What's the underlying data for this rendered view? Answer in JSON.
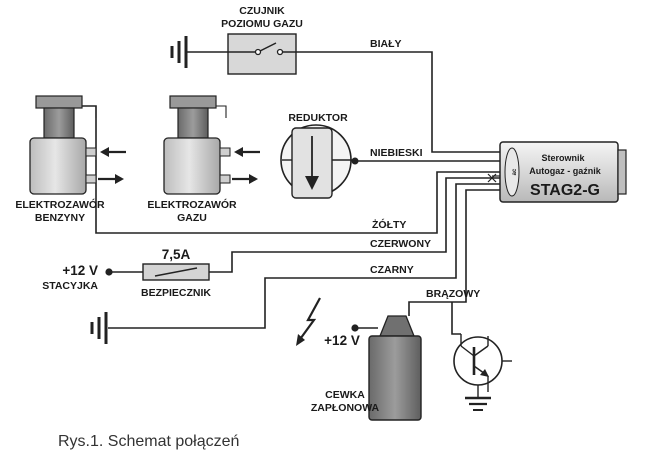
{
  "sensor": {
    "line1": "CZUJNIK",
    "line2": "POZIOMU GAZU"
  },
  "reducer": {
    "label": "REDUKTOR"
  },
  "valve_petrol": {
    "line1": "ELEKTROZAWÓR",
    "line2": "BENZYNY"
  },
  "valve_gas": {
    "line1": "ELEKTROZAWÓR",
    "line2": "GAZU"
  },
  "controller": {
    "line1": "Sterownik",
    "line2": "Autogaz - gaźnik",
    "model": "STAG2-G",
    "logo": "ac"
  },
  "wires": {
    "white": "BIAŁY",
    "blue": "NIEBIESKI",
    "yellow": "ŻÓŁTY",
    "red": "CZERWONY",
    "black": "CZARNY",
    "brown": "BRĄZOWY"
  },
  "fuse": {
    "rating": "7,5A",
    "label": "BEZPIECZNIK"
  },
  "supply": {
    "voltage": "+12 V",
    "label": "STACYJKA"
  },
  "coil": {
    "voltage": "+12 V",
    "line1": "CEWKA",
    "line2": "ZAPŁONOWA"
  },
  "caption": "Rys.1. Schemat połączeń",
  "colors": {
    "component_grey": "#d2d2d2",
    "component_dark": "#8a8a8a",
    "line": "#222222",
    "caption": "#333333"
  }
}
